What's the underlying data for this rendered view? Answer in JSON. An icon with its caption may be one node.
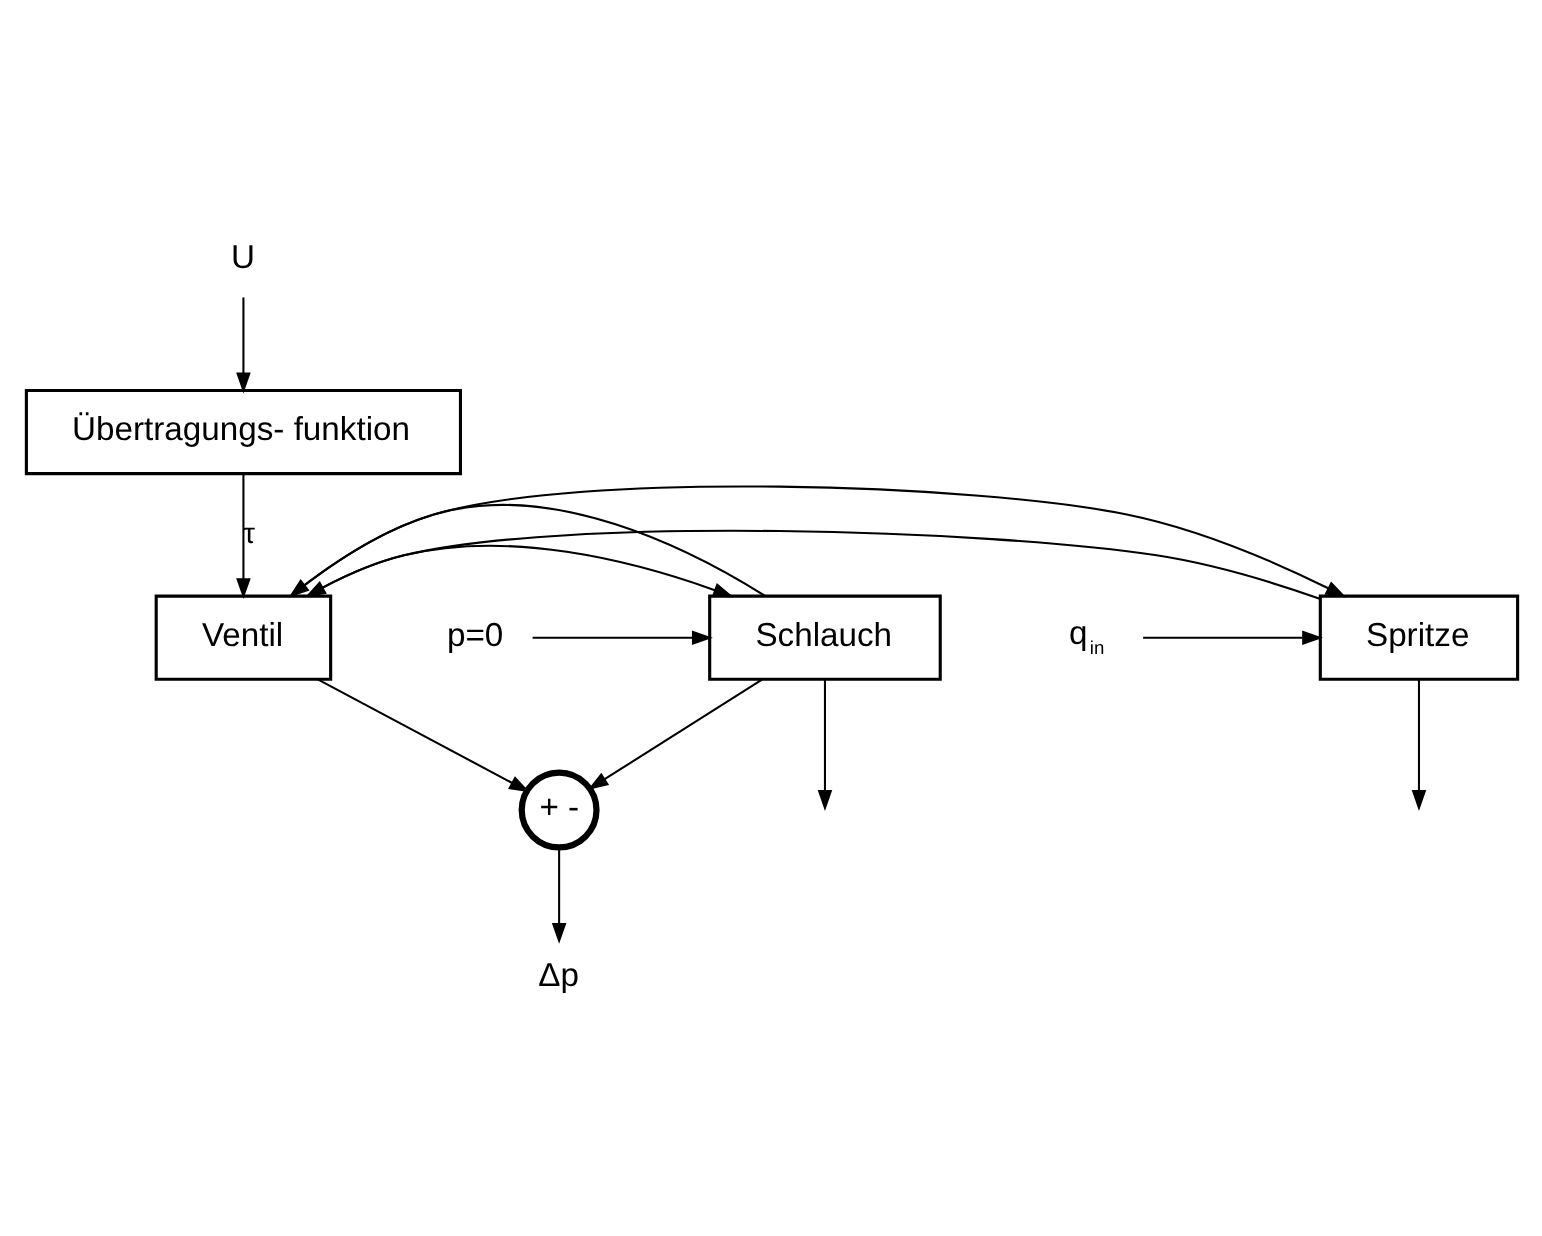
{
  "diagram": {
    "nodes": [
      {
        "text": [
          "U"
        ]
      },
      {
        "text": [
          "Übertragungs- funktion"
        ]
      },
      {
        "text": [
          "Spritze"
        ]
      },
      {
        "text": [
          "Ventil"
        ]
      },
      {
        "text": [
          "Schlauch"
        ]
      },
      {
        "text": [
          "q$_{in}$"
        ]
      },
      {
        "text": [
          "p=0"
        ]
      },
      {
        "text": [
          "+",
          "-"
        ]
      },
      {
        "text": [
          "Δp"
        ]
      }
    ],
    "edges": [
      {
        "from": 0,
        "to": 1,
        "arrow": "to"
      },
      {
        "from": 1,
        "to": 3,
        "arrow": "to",
        "label": "τ"
      },
      {
        "from": 5,
        "to": 2,
        "arrow": "to"
      },
      {
        "from": 2,
        "to": 3,
        "arrow": "to"
      },
      {
        "from": 3,
        "to": 2,
        "arrow": "to"
      },
      {
        "from": 2,
        "to": null,
        "arrow": "to"
      },
      {
        "from": 3,
        "to": 4,
        "arrow": "to"
      },
      {
        "from": 4,
        "to": 3,
        "arrow": "to"
      },
      {
        "from": 4,
        "to": null,
        "arrow": "to"
      },
      {
        "from": 6,
        "to": 4,
        "arrow": "to"
      },
      {
        "from": 3,
        "to": 7,
        "arrow": "to"
      },
      {
        "from": 4,
        "to": 7,
        "arrow": "to"
      },
      {
        "from": 7,
        "to": 8,
        "arrow": "to"
      }
    ]
  }
}
